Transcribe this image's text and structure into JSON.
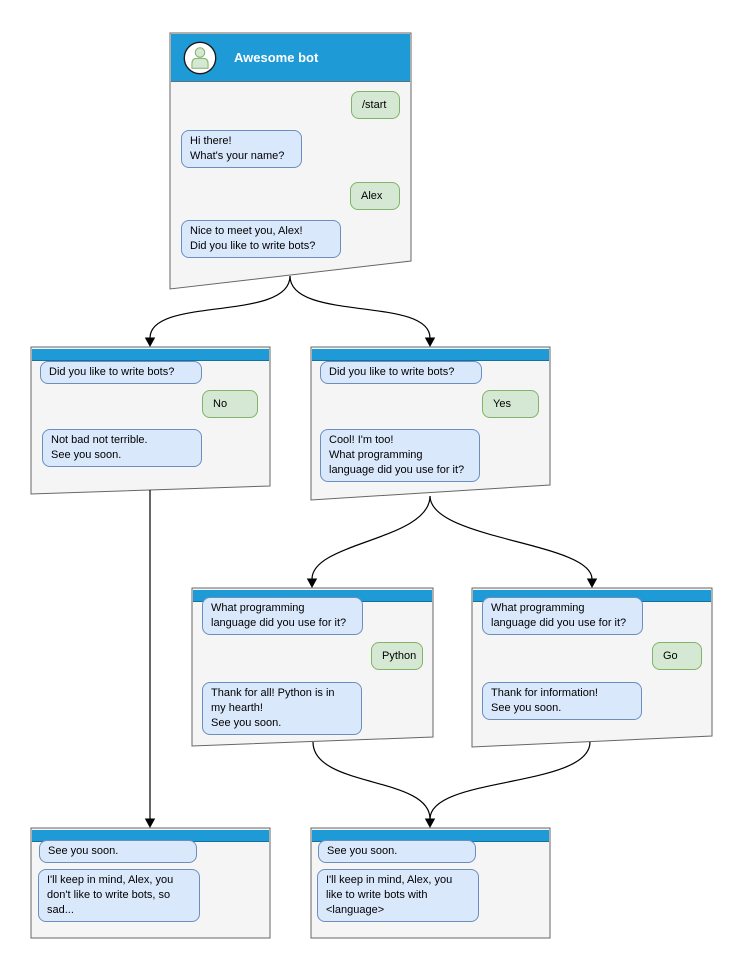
{
  "header": {
    "title": "Awesome bot",
    "avatar_icon": "person-icon"
  },
  "colors": {
    "header_blue": "#1E9BD7",
    "window_bg": "#F5F5F5",
    "window_border": "#666666",
    "bot_bubble_bg": "#DAE8FC",
    "bot_bubble_border": "#6C8EBF",
    "user_bubble_bg": "#D5E8D4",
    "user_bubble_border": "#82B366",
    "connector": "#000000"
  },
  "windows": [
    {
      "id": "awesome-bot",
      "messages": [
        {
          "from": "user",
          "text": "/start"
        },
        {
          "from": "bot",
          "text": "Hi there!\nWhat's your name?"
        },
        {
          "from": "user",
          "text": "Alex"
        },
        {
          "from": "bot",
          "text": "Nice to meet you, Alex!\nDid you like to write bots?"
        }
      ]
    },
    {
      "id": "branch-no",
      "messages": [
        {
          "from": "bot",
          "text": "Did you like to write bots?"
        },
        {
          "from": "user",
          "text": "No"
        },
        {
          "from": "bot",
          "text": "Not bad not terrible.\nSee you soon."
        }
      ]
    },
    {
      "id": "branch-yes",
      "messages": [
        {
          "from": "bot",
          "text": "Did you like to write bots?"
        },
        {
          "from": "user",
          "text": "Yes"
        },
        {
          "from": "bot",
          "text": "Cool! I'm too!\nWhat programming\nlanguage did you use for it?"
        }
      ]
    },
    {
      "id": "lang-python",
      "messages": [
        {
          "from": "bot",
          "text": "What programming\nlanguage did you use for it?"
        },
        {
          "from": "user",
          "text": "Python"
        },
        {
          "from": "bot",
          "text": "Thank for all! Python is in\nmy hearth!\nSee you soon."
        }
      ]
    },
    {
      "id": "lang-go",
      "messages": [
        {
          "from": "bot",
          "text": "What programming\nlanguage did you use for it?"
        },
        {
          "from": "user",
          "text": "Go"
        },
        {
          "from": "bot",
          "text": "Thank for information!\nSee you soon."
        }
      ]
    },
    {
      "id": "end-no",
      "messages": [
        {
          "from": "bot",
          "text": "See you soon."
        },
        {
          "from": "bot",
          "text": "I'll keep in mind, Alex, you\ndon't like to write bots, so\nsad..."
        }
      ]
    },
    {
      "id": "end-language",
      "messages": [
        {
          "from": "bot",
          "text": "See you soon."
        },
        {
          "from": "bot",
          "text": "I'll keep in mind, Alex, you\nlike to write bots with\n<language>"
        }
      ]
    }
  ],
  "connections": [
    {
      "from": "awesome-bot",
      "to": "branch-no"
    },
    {
      "from": "awesome-bot",
      "to": "branch-yes"
    },
    {
      "from": "branch-no",
      "to": "end-no"
    },
    {
      "from": "branch-yes",
      "to": "lang-python"
    },
    {
      "from": "branch-yes",
      "to": "lang-go"
    },
    {
      "from": "lang-python",
      "to": "end-language"
    },
    {
      "from": "lang-go",
      "to": "end-language"
    }
  ]
}
